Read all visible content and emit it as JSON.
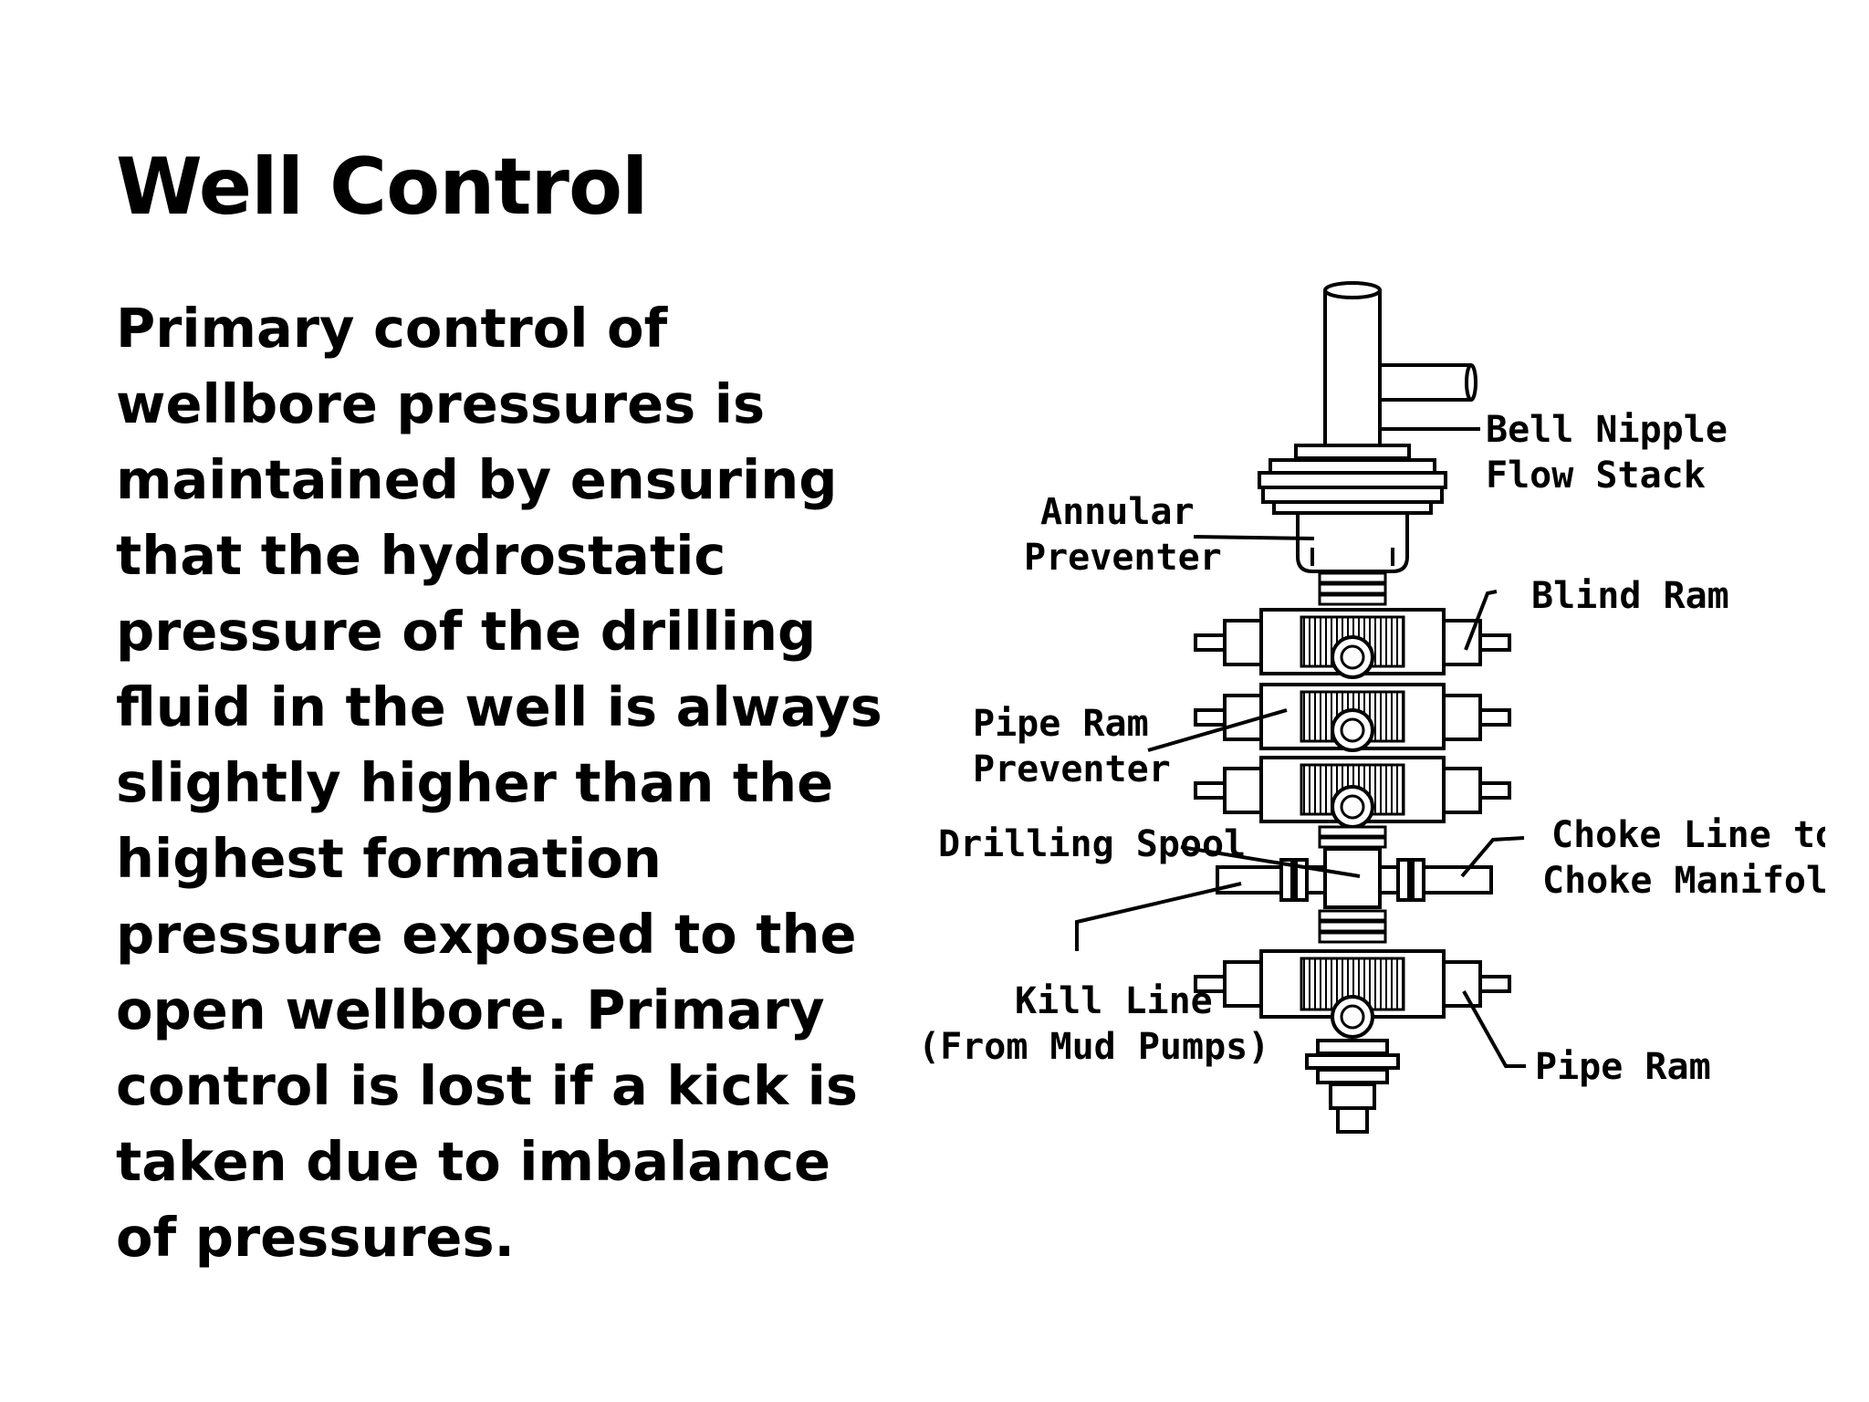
{
  "slide": {
    "title": "Well Control",
    "body_lines": [
      "Primary control of",
      "wellbore pressures is",
      "maintained by ensuring",
      "that the hydrostatic",
      "pressure of the drilling",
      "fluid in the well is always",
      "slightly higher than the",
      "highest formation",
      "pressure exposed to the",
      "open wellbore. Primary",
      "control is lost if a kick is",
      "taken due to imbalance",
      "of pressures."
    ]
  },
  "diagram": {
    "labels": {
      "bell_nipple_1": "Bell Nipple",
      "bell_nipple_2": "Flow Stack",
      "annular_1": "Annular",
      "annular_2": "Preventer",
      "blind_ram": "Blind Ram",
      "pipe_ram_preventer_1": "Pipe Ram",
      "pipe_ram_preventer_2": "Preventer",
      "drilling_spool": "Drilling Spool",
      "choke_line_1": "Choke Line to",
      "choke_line_2": "Choke Manifold",
      "kill_line_1": "Kill Line",
      "kill_line_2": "(From Mud Pumps)",
      "pipe_ram": "Pipe Ram"
    },
    "colors": {
      "ink": "#000000",
      "background": "#ffffff"
    }
  }
}
